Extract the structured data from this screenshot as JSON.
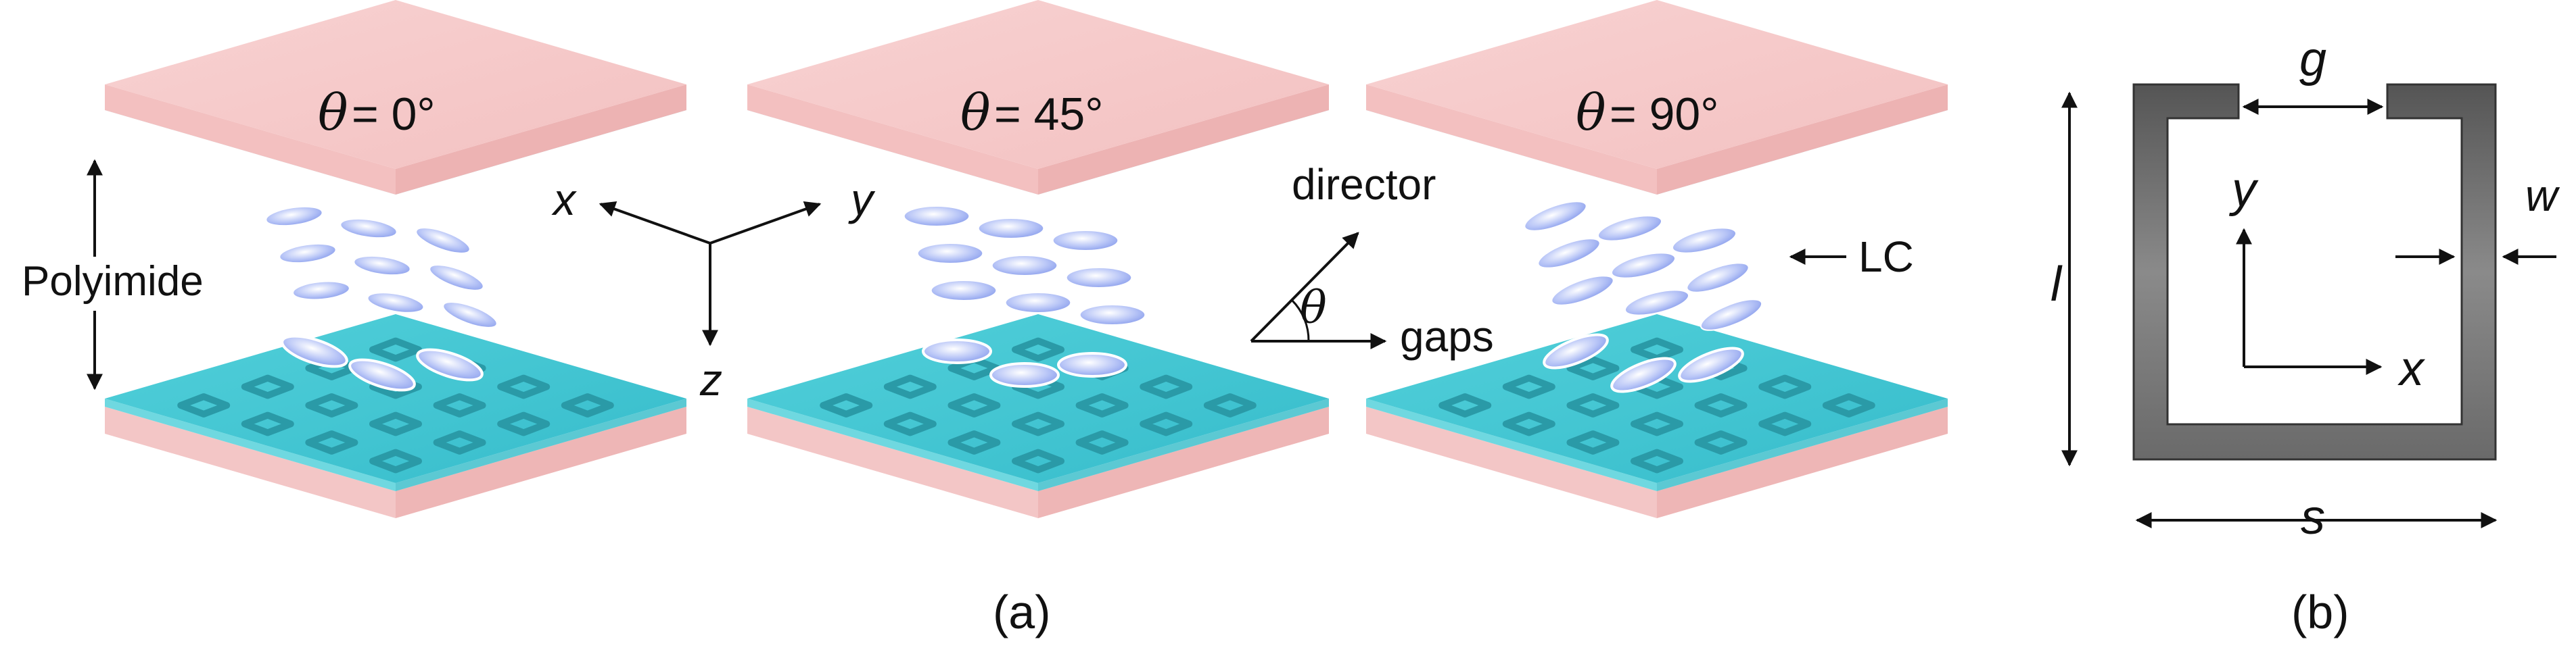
{
  "panel_a": {
    "caption": "(a)",
    "panels": [
      {
        "theta_symbol": "θ",
        "angle_text": "= 0°"
      },
      {
        "theta_symbol": "θ",
        "angle_text": "= 45°"
      },
      {
        "theta_symbol": "θ",
        "angle_text": "= 90°"
      }
    ],
    "polyimide_label": "Polyimide",
    "axes": {
      "x": "x",
      "y": "y",
      "z": "z"
    },
    "director_label": "director",
    "theta_symbol": "θ",
    "gaps_label": "gaps",
    "lc_label": "LC"
  },
  "panel_b": {
    "caption": "(b)",
    "g": "g",
    "w": "w",
    "l": "l",
    "s": "s",
    "x": "x",
    "y": "y"
  },
  "colors": {
    "plate_top": "#f6c9c9",
    "plate_side": "#eeb7b7",
    "substrate_top": "#3fc8d4",
    "substrate_side_blue": "#6fd8e0",
    "substrate_side_pink": "#f2c2c2",
    "resonator": "#2a9aa7",
    "lc_molecule": "#a8b8f4",
    "srr_gray": "#7f7f7f"
  }
}
